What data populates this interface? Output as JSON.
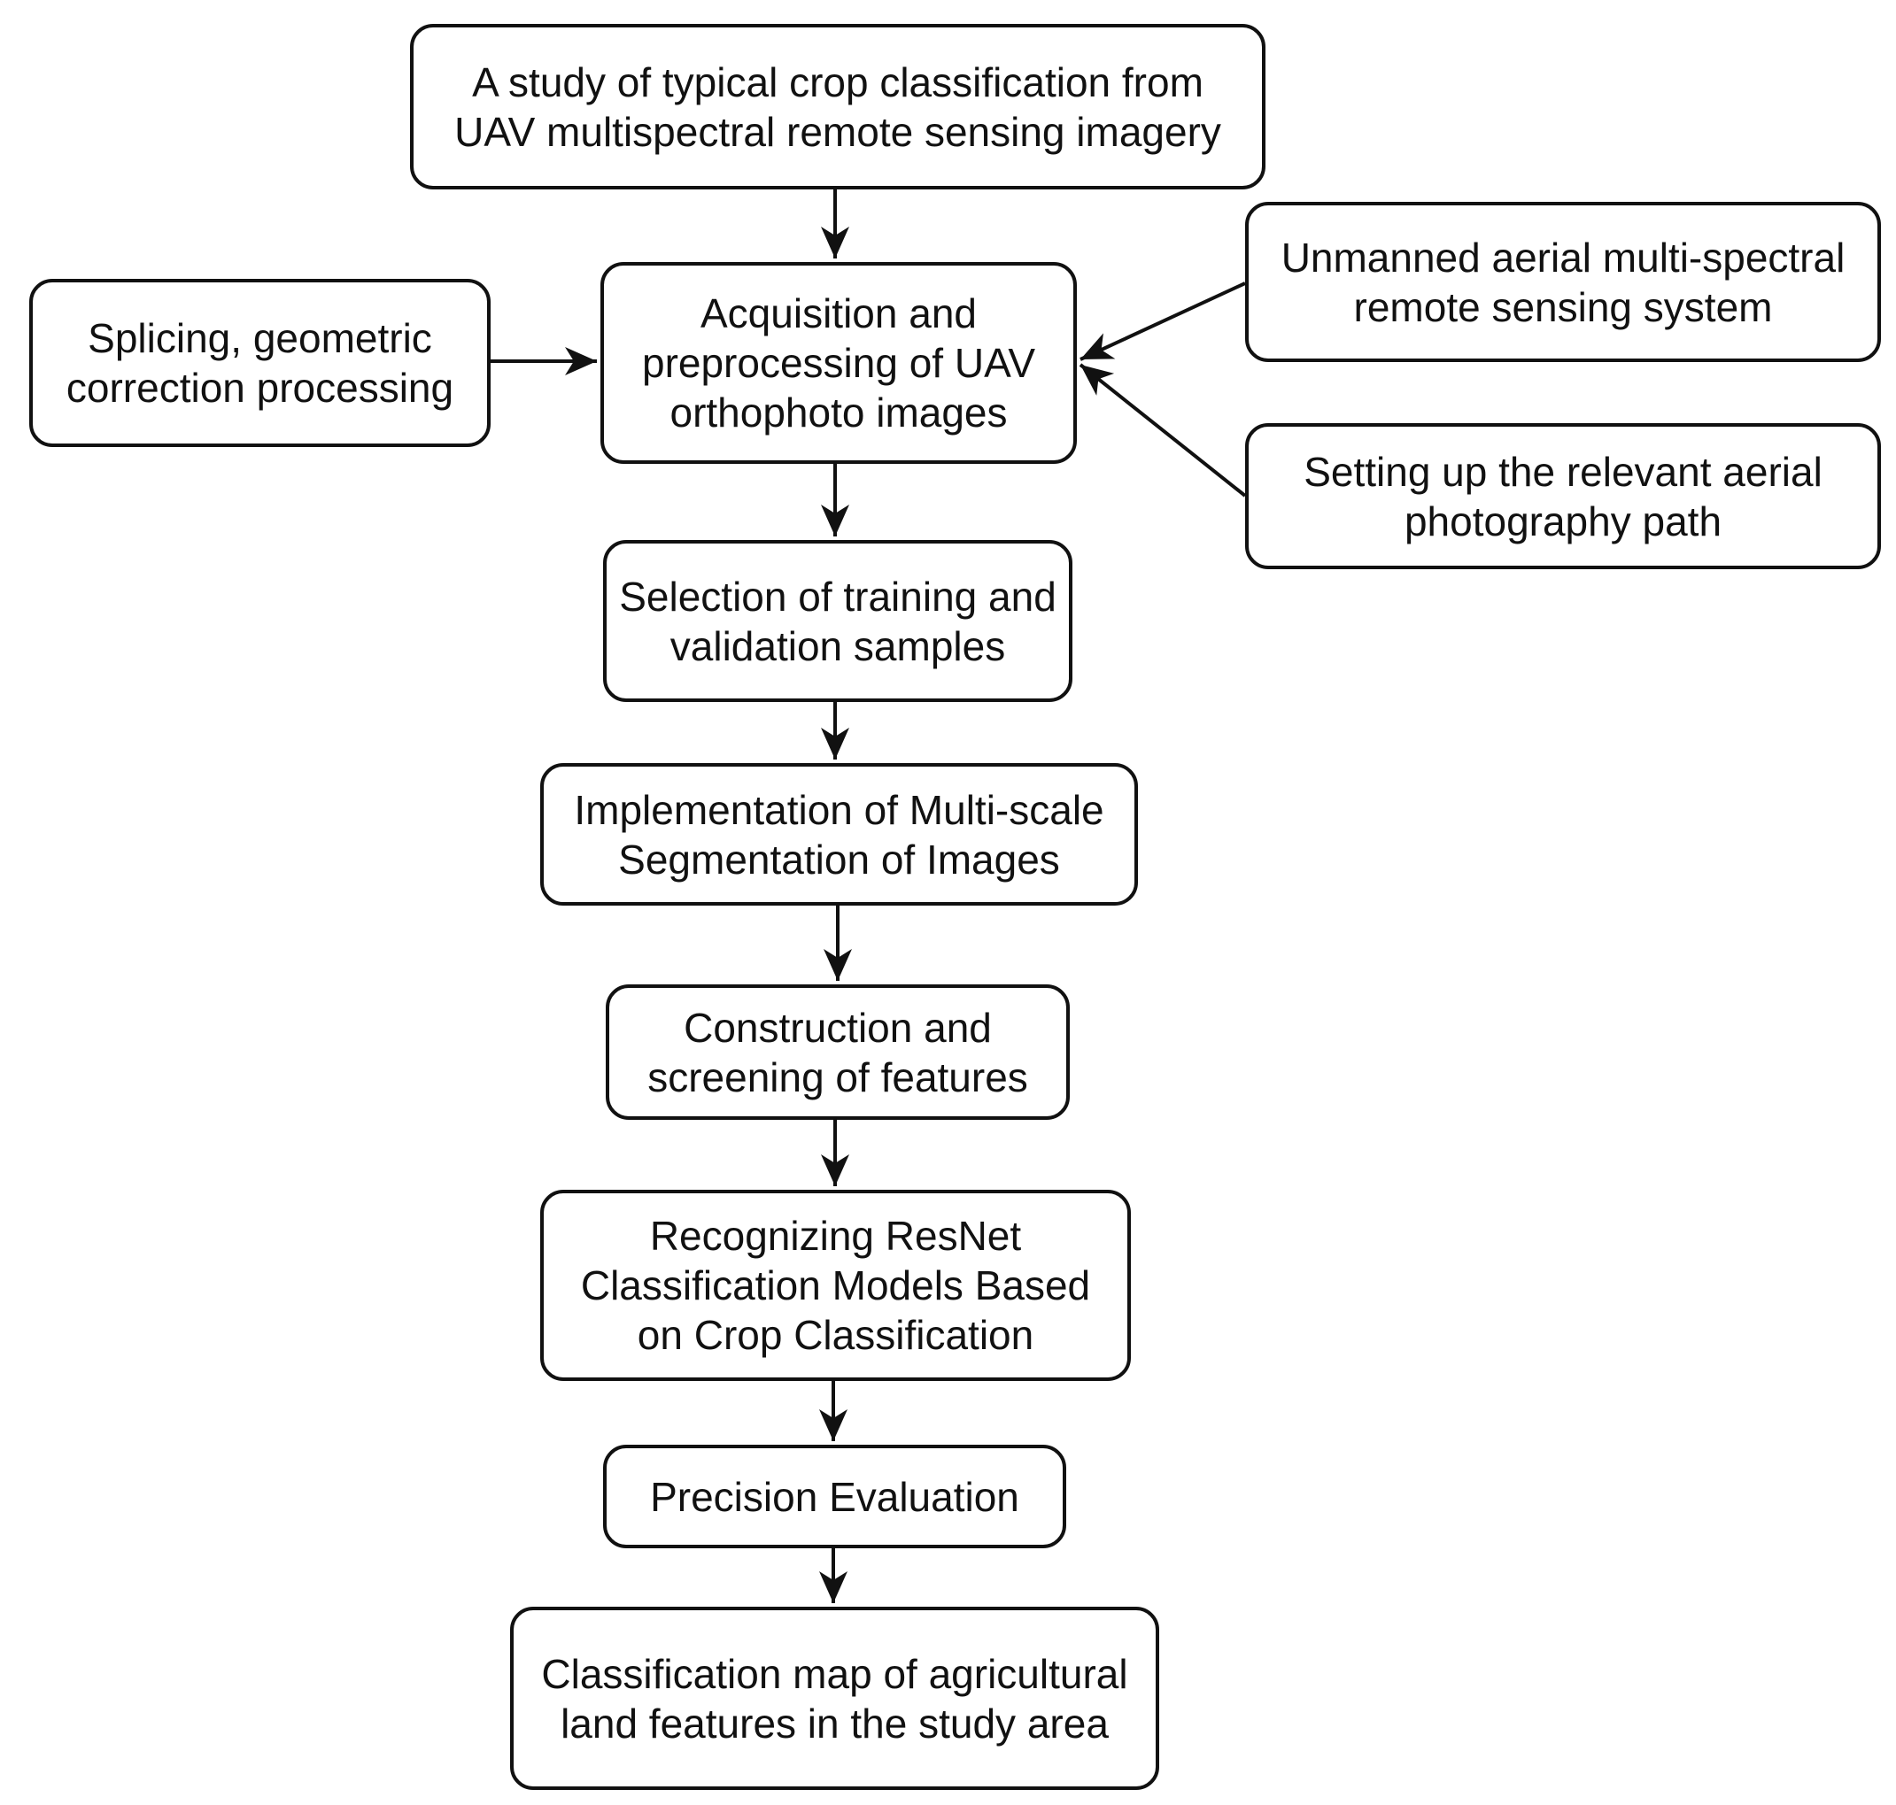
{
  "nodes": {
    "study": "A study of typical crop classification from\nUAV multispectral remote sensing imagery",
    "acquisition": "Acquisition and\npreprocessing of UAV\northophoto images",
    "splicing": "Splicing, geometric\ncorrection processing",
    "uav_system": "Unmanned aerial multi-spectral\nremote sensing system",
    "flight_path": "Setting up the relevant aerial\nphotography path",
    "samples": "Selection of training and\nvalidation samples",
    "segmentation": "Implementation of Multi-scale\nSegmentation of Images",
    "features": "Construction and\nscreening of features",
    "resnet": "Recognizing ResNet\nClassification Models Based\non Crop Classification",
    "precision": "Precision Evaluation",
    "map": "Classification map of agricultural\nland features in the study area"
  },
  "edges": [
    {
      "from": "study",
      "to": "acquisition"
    },
    {
      "from": "splicing",
      "to": "acquisition"
    },
    {
      "from": "uav_system",
      "to": "acquisition"
    },
    {
      "from": "flight_path",
      "to": "acquisition"
    },
    {
      "from": "acquisition",
      "to": "samples"
    },
    {
      "from": "samples",
      "to": "segmentation"
    },
    {
      "from": "segmentation",
      "to": "features"
    },
    {
      "from": "features",
      "to": "resnet"
    },
    {
      "from": "resnet",
      "to": "precision"
    },
    {
      "from": "precision",
      "to": "map"
    }
  ],
  "colors": {
    "stroke": "#111111",
    "background": "#ffffff"
  }
}
